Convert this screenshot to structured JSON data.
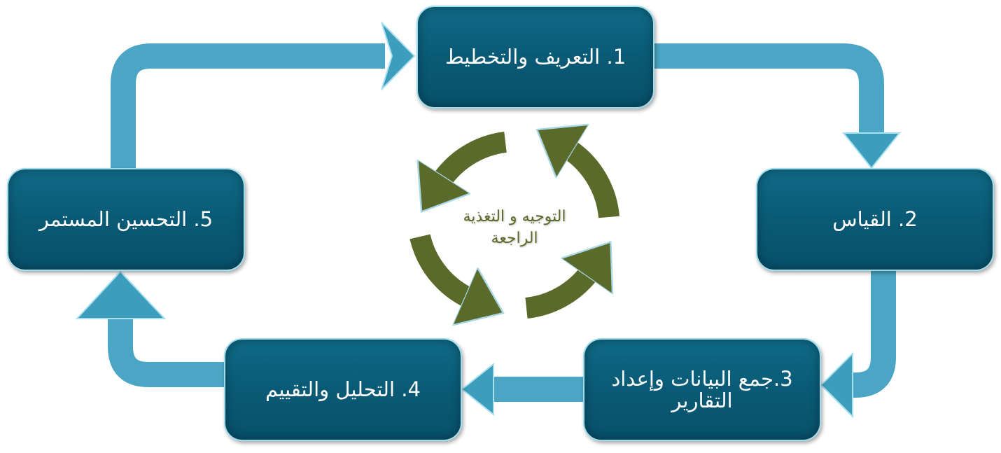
{
  "steps": [
    {
      "label": "1. التعريف والتخطيط"
    },
    {
      "label": "2. القياس"
    },
    {
      "label": "3.جمع البيانات وإعداد التقارير"
    },
    {
      "label": "4. التحليل والتقييم"
    },
    {
      "label": "5. التحسين المستمر"
    }
  ],
  "center": {
    "line1": "التوجيه و التغذية",
    "line2": "الراجعة"
  },
  "colors": {
    "box": "#0a5a76",
    "flow_arrow": "#4aa6c4",
    "cycle_arrow": "#5a6a2a"
  }
}
